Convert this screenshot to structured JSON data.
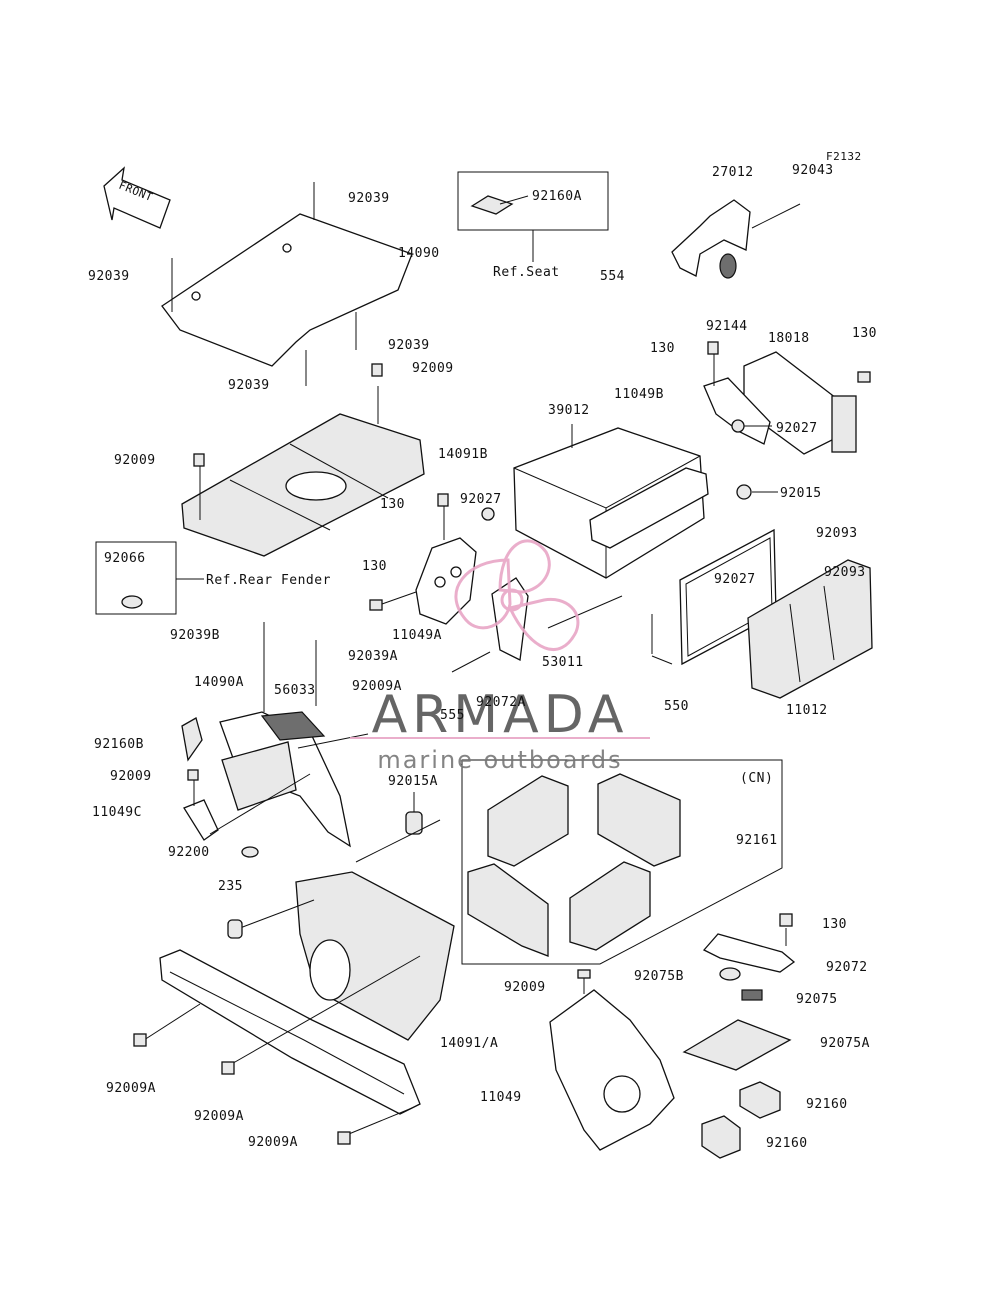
{
  "figure_id": "F2132",
  "front_arrow": "FRONT",
  "refs": {
    "seat": "Ref.Seat",
    "rear_fender": "Ref.Rear Fender"
  },
  "region_cn": "(CN)",
  "watermark": {
    "brand": "ARMADA",
    "tagline": "marine outboards",
    "color": "#e8a6c6"
  },
  "labels": [
    "92039",
    "14090",
    "92039",
    "92039",
    "92039",
    "92160A",
    "27012",
    "92043",
    "554",
    "92144",
    "130",
    "18018",
    "130",
    "11049B",
    "92009",
    "14091B",
    "92009",
    "39012",
    "92027",
    "92027",
    "92015",
    "92093",
    "130",
    "92027",
    "130",
    "92066",
    "11049A",
    "92093",
    "53011",
    "11012",
    "550",
    "92039B",
    "92039A",
    "14090A",
    "56033",
    "92009A",
    "555",
    "92072A",
    "92160B",
    "92009",
    "11049C",
    "92015A",
    "92161",
    "92200",
    "235",
    "130",
    "92072",
    "92075B",
    "92075",
    "92009",
    "92075A",
    "14091/A",
    "11049",
    "92160",
    "92160",
    "92009A",
    "92009A",
    "92009A"
  ]
}
